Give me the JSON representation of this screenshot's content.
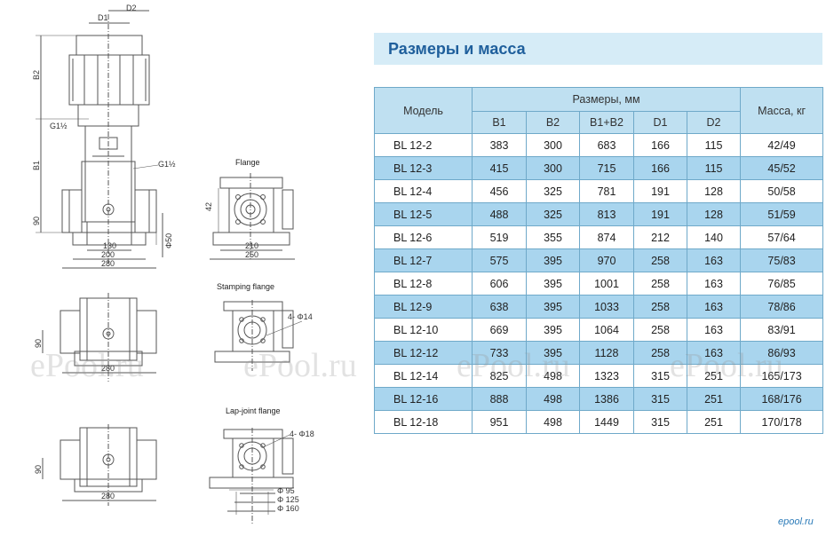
{
  "title": "Размеры и масса",
  "table": {
    "model_header": "Модель",
    "dims_header": "Размеры, мм",
    "mass_header": "Масса, кг",
    "sub_headers": [
      "B1",
      "B2",
      "B1+B2",
      "D1",
      "D2"
    ],
    "rows": [
      {
        "model": "BL 12-2",
        "b1": "383",
        "b2": "300",
        "b1b2": "683",
        "d1": "166",
        "d2": "115",
        "mass": "42/49"
      },
      {
        "model": "BL 12-3",
        "b1": "415",
        "b2": "300",
        "b1b2": "715",
        "d1": "166",
        "d2": "115",
        "mass": "45/52"
      },
      {
        "model": "BL 12-4",
        "b1": "456",
        "b2": "325",
        "b1b2": "781",
        "d1": "191",
        "d2": "128",
        "mass": "50/58"
      },
      {
        "model": "BL 12-5",
        "b1": "488",
        "b2": "325",
        "b1b2": "813",
        "d1": "191",
        "d2": "128",
        "mass": "51/59"
      },
      {
        "model": "BL 12-6",
        "b1": "519",
        "b2": "355",
        "b1b2": "874",
        "d1": "212",
        "d2": "140",
        "mass": "57/64"
      },
      {
        "model": "BL 12-7",
        "b1": "575",
        "b2": "395",
        "b1b2": "970",
        "d1": "258",
        "d2": "163",
        "mass": "75/83"
      },
      {
        "model": "BL 12-8",
        "b1": "606",
        "b2": "395",
        "b1b2": "1001",
        "d1": "258",
        "d2": "163",
        "mass": "76/85"
      },
      {
        "model": "BL 12-9",
        "b1": "638",
        "b2": "395",
        "b1b2": "1033",
        "d1": "258",
        "d2": "163",
        "mass": "78/86"
      },
      {
        "model": "BL 12-10",
        "b1": "669",
        "b2": "395",
        "b1b2": "1064",
        "d1": "258",
        "d2": "163",
        "mass": "83/91"
      },
      {
        "model": "BL 12-12",
        "b1": "733",
        "b2": "395",
        "b1b2": "1128",
        "d1": "258",
        "d2": "163",
        "mass": "86/93"
      },
      {
        "model": "BL 12-14",
        "b1": "825",
        "b2": "498",
        "b1b2": "1323",
        "d1": "315",
        "d2": "251",
        "mass": "165/173"
      },
      {
        "model": "BL 12-16",
        "b1": "888",
        "b2": "498",
        "b1b2": "1386",
        "d1": "315",
        "d2": "251",
        "mass": "168/176"
      },
      {
        "model": "BL 12-18",
        "b1": "951",
        "b2": "498",
        "b1b2": "1449",
        "d1": "315",
        "d2": "251",
        "mass": "170/178"
      }
    ]
  },
  "drawings": {
    "dims": {
      "d1": "D1",
      "d2": "D2",
      "b2": "B2",
      "b1": "B1",
      "g1": "G1½",
      "g2": "G1½",
      "h90a": "90",
      "w130": "130",
      "w200": "200",
      "w280": "280",
      "phi50": "Φ50",
      "h42": "42",
      "w210": "210",
      "w250": "250",
      "h90b": "90",
      "w280b": "280",
      "holes14": "4- Φ14",
      "h90c": "90",
      "w280c": "280",
      "holes18": "4- Φ18",
      "phi95": "Φ 95",
      "phi125": "Φ 125",
      "phi160": "Φ 160"
    },
    "captions": {
      "flange": "Flange",
      "stamping": "Stamping flange",
      "lapjoint": "Lap-joint flange"
    }
  },
  "watermarks": [
    "ePool.ru",
    "ePool.ru",
    "ePool.ru",
    "ePool.ru"
  ],
  "corner_mark": "epool.ru"
}
